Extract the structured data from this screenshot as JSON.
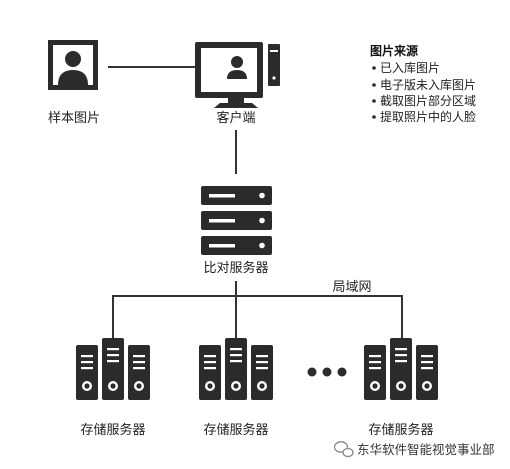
{
  "nodes": {
    "sample_image": {
      "label": "样本图片",
      "icon": "portrait-photo-icon"
    },
    "client": {
      "label": "客户端",
      "icon": "desktop-computer-icon"
    },
    "compare_server": {
      "label": "比对服务器",
      "icon": "server-rack-icon"
    },
    "network": {
      "label": "局域网"
    },
    "storage_servers": [
      {
        "label": "存储服务器",
        "icon": "server-tower-icon"
      },
      {
        "label": "存储服务器",
        "icon": "server-tower-icon"
      },
      {
        "label": "存储服务器",
        "icon": "server-tower-icon"
      }
    ]
  },
  "legend": {
    "title": "图片来源",
    "items": [
      "已入库图片",
      "电子版未入库图片",
      "截取图片部分区域",
      "提取照片中的人脸"
    ]
  },
  "watermark": {
    "text": "东华软件智能视觉事业部",
    "icon": "wechat-icon"
  },
  "colors": {
    "icon": "#2b2b2b",
    "line": "#333333",
    "text": "#222222",
    "background": "#ffffff"
  }
}
